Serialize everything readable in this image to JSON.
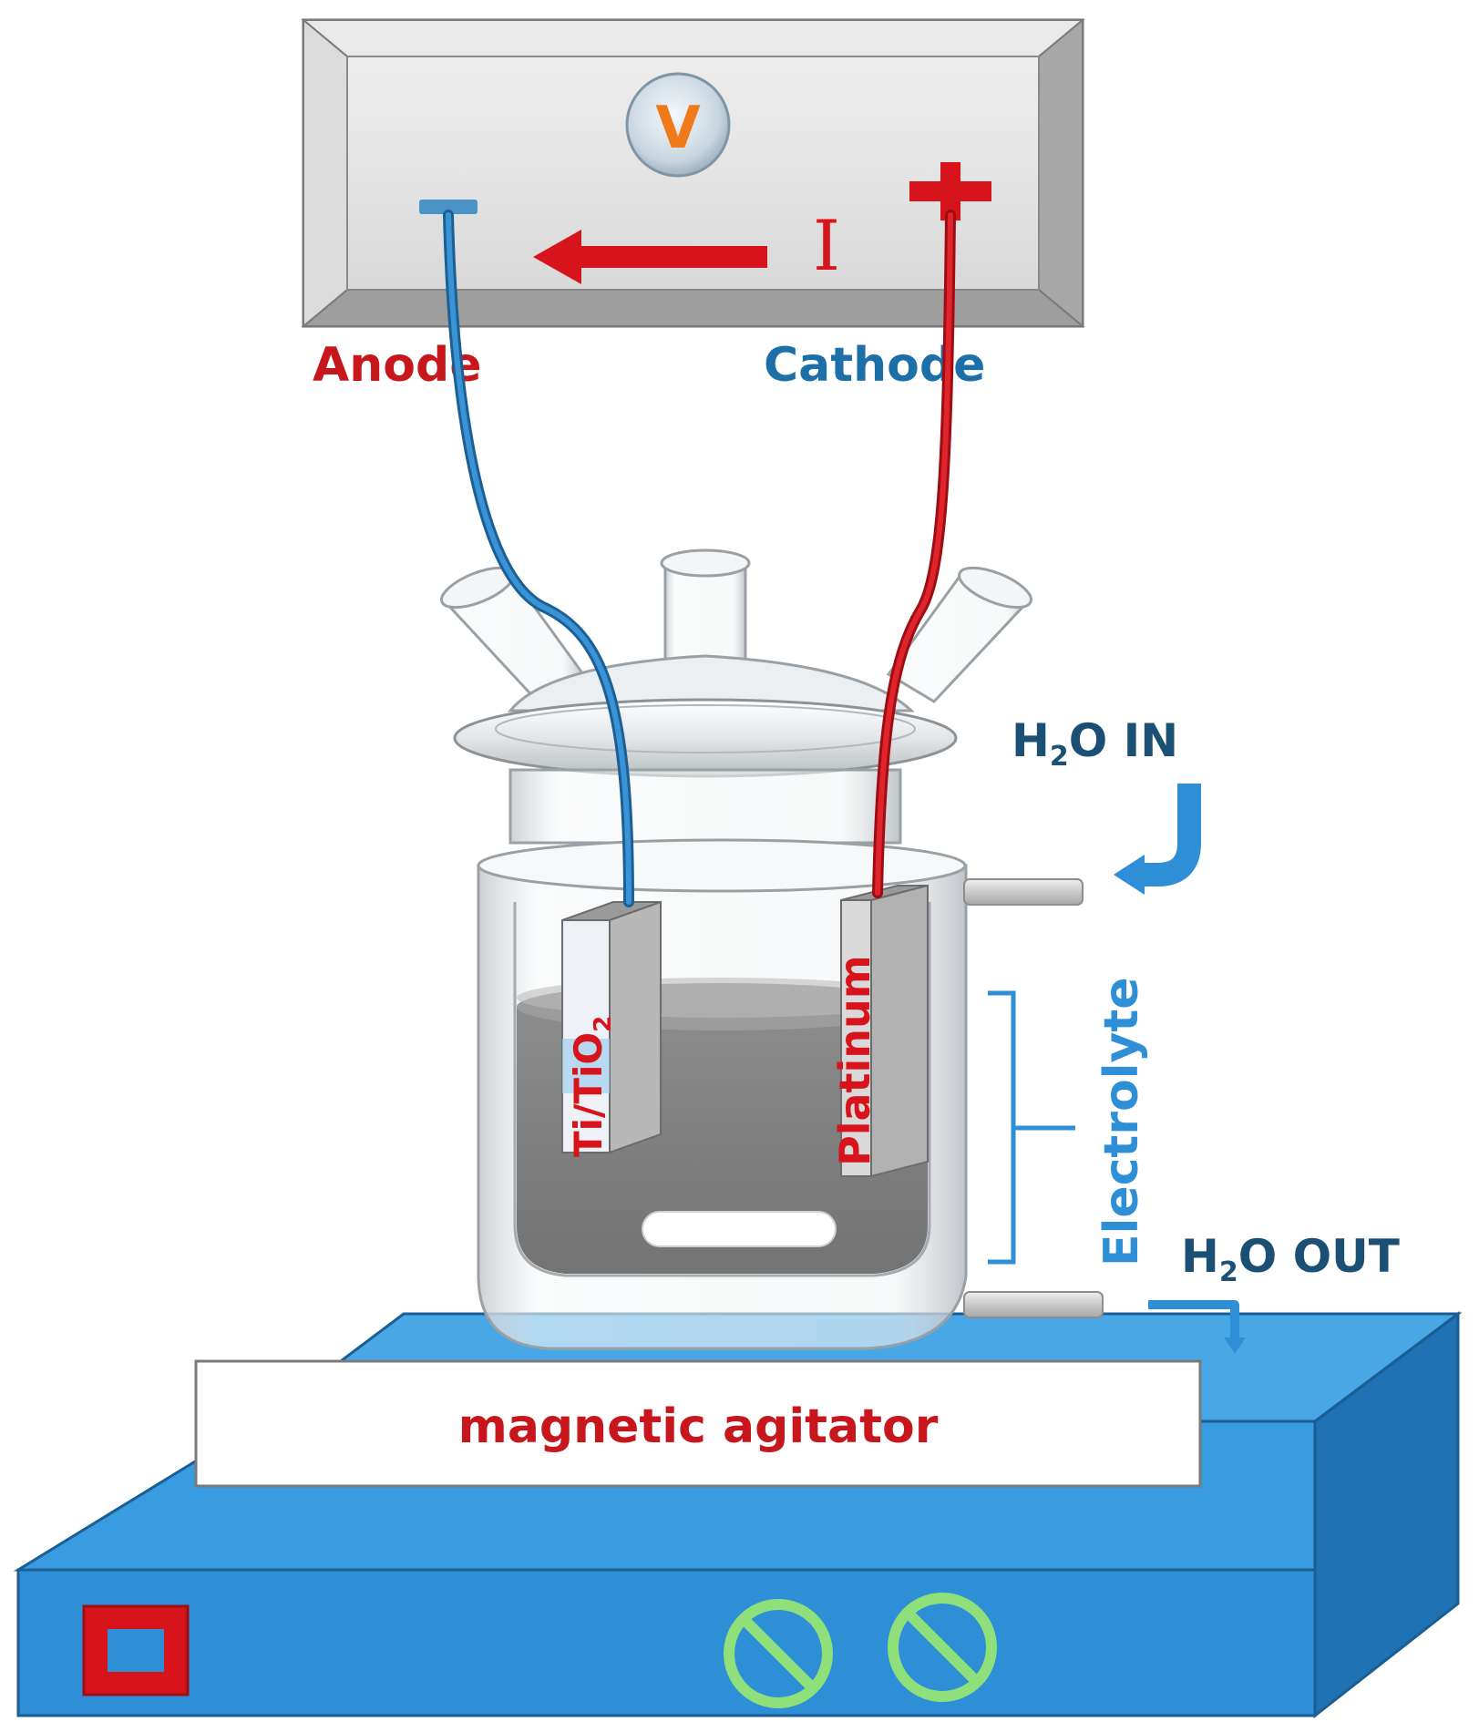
{
  "meter": {
    "symbol": "V",
    "minus": "−",
    "plus": "+",
    "current": "I"
  },
  "labels": {
    "anode": "Anode",
    "cathode": "Cathode",
    "h2o_in_pre": "H",
    "h2o_in_sub": "2",
    "h2o_in_post": "O IN",
    "h2o_out_pre": "H",
    "h2o_out_sub": "2",
    "h2o_out_post": "O OUT",
    "electrolyte": "Electrolyte",
    "agitator": "magnetic agitator"
  },
  "electrodes": {
    "anode_pre": "Ti/TiO",
    "anode_sub": "2",
    "cathode": "Platinum"
  },
  "colors": {
    "red": "#d7141b",
    "blue": "#1c7cc0",
    "dark_blue": "#1b4f74",
    "base_blue": "#2f8fd6",
    "knob_green": "#8fe07a"
  }
}
